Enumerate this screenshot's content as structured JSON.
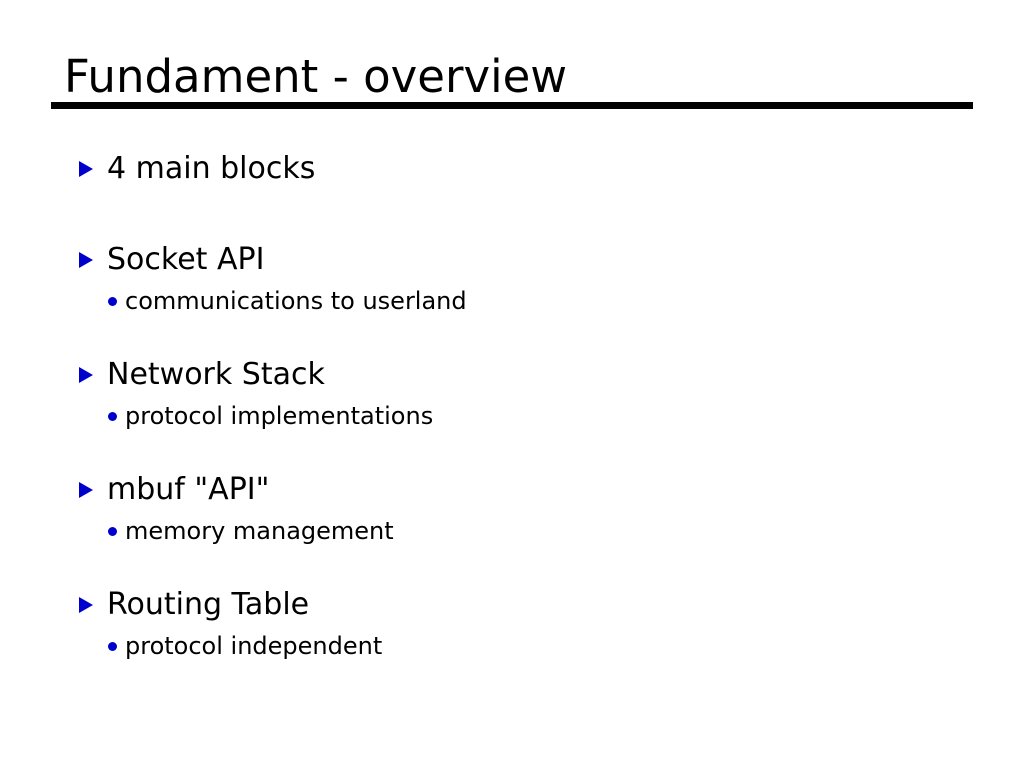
{
  "slide": {
    "title": "Fundament - overview",
    "background_color": "#ffffff",
    "text_color": "#000000",
    "bullet_color": "#0000cc",
    "rule_color": "#000000",
    "bullet_icons": {
      "level1": "triangle-right-bullet-icon",
      "level2": "round-dot-bullet-icon"
    },
    "groups": [
      {
        "heading": "4 main blocks",
        "subitems": []
      },
      {
        "heading": "Socket API",
        "subitems": [
          "communications to userland"
        ]
      },
      {
        "heading": "Network Stack",
        "subitems": [
          "protocol implementations"
        ]
      },
      {
        "heading": "mbuf \"API\"",
        "subitems": [
          "memory management"
        ]
      },
      {
        "heading": "Routing Table",
        "subitems": [
          "protocol independent"
        ]
      }
    ]
  }
}
